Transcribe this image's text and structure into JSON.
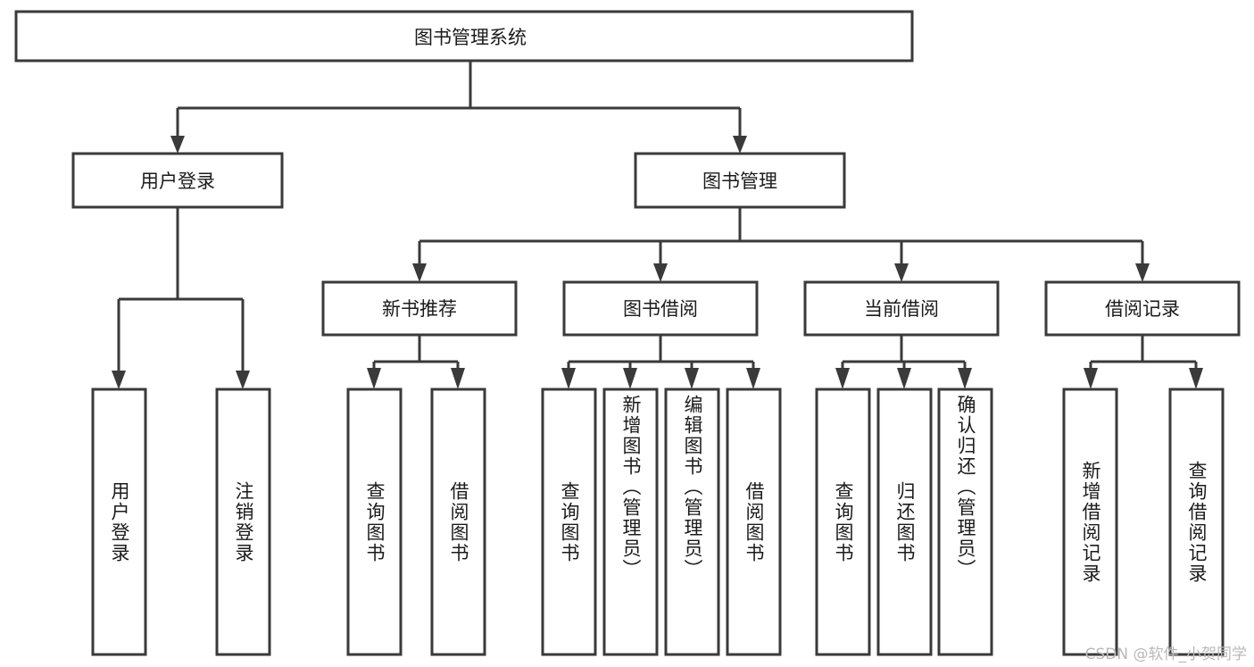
{
  "diagram": {
    "type": "tree",
    "title": "图书管理系统",
    "root": {
      "id": "root",
      "label": "图书管理系统"
    },
    "level2": [
      {
        "id": "user-login",
        "label": "用户登录"
      },
      {
        "id": "book-manage",
        "label": "图书管理"
      }
    ],
    "level3": [
      {
        "id": "new-book-rec",
        "label": "新书推荐",
        "parent": "book-manage"
      },
      {
        "id": "book-borrow",
        "label": "图书借阅",
        "parent": "book-manage"
      },
      {
        "id": "current-borrow",
        "label": "当前借阅",
        "parent": "book-manage"
      },
      {
        "id": "borrow-record",
        "label": "借阅记录",
        "parent": "book-manage"
      }
    ],
    "leaves": [
      {
        "id": "leaf-user-login",
        "label": "用户登录",
        "parent": "user-login"
      },
      {
        "id": "leaf-logout",
        "label": "注销登录",
        "parent": "user-login"
      },
      {
        "id": "leaf-query-book-1",
        "label": "查询图书",
        "parent": "new-book-rec"
      },
      {
        "id": "leaf-borrow-book-1",
        "label": "借阅图书",
        "parent": "new-book-rec"
      },
      {
        "id": "leaf-query-book-2",
        "label": "查询图书",
        "parent": "book-borrow"
      },
      {
        "id": "leaf-add-book",
        "label": "新增图书（管理员）",
        "parent": "book-borrow"
      },
      {
        "id": "leaf-edit-book",
        "label": "编辑图书（管理员）",
        "parent": "book-borrow"
      },
      {
        "id": "leaf-borrow-book-2",
        "label": "借阅图书",
        "parent": "book-borrow"
      },
      {
        "id": "leaf-query-book-3",
        "label": "查询图书",
        "parent": "current-borrow"
      },
      {
        "id": "leaf-return-book",
        "label": "归还图书",
        "parent": "current-borrow"
      },
      {
        "id": "leaf-confirm-return",
        "label": "确认归还（管理员）",
        "parent": "current-borrow"
      },
      {
        "id": "leaf-add-record",
        "label": "新增借阅记录",
        "parent": "borrow-record"
      },
      {
        "id": "leaf-query-record",
        "label": "查询借阅记录",
        "parent": "borrow-record"
      }
    ]
  },
  "watermark": {
    "text": "CSDN @软件_小贺同学"
  },
  "colors": {
    "stroke": "#3a3a3a",
    "fill": "#ffffff",
    "text": "#1b1b1b",
    "watermark": "#b9b9b9"
  }
}
